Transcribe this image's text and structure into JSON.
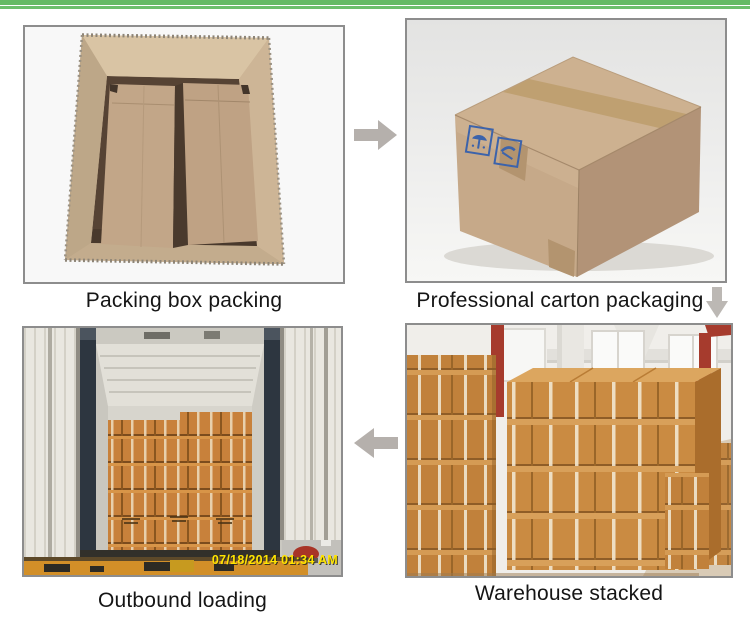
{
  "collage": {
    "accent_green": "#64ba64",
    "arrow_gray": "#b5b0ac",
    "caption_color": "#151515",
    "cardboard_color": "#c6a989",
    "stacked_box_color": "#ca8b42"
  },
  "steps": [
    {
      "caption": "Packing box packing"
    },
    {
      "caption": "Professional carton packaging"
    },
    {
      "caption": "Warehouse stacked"
    },
    {
      "caption": "Outbound loading"
    }
  ],
  "photos": {
    "container_loading": {
      "timestamp": "07/18/2014 01:34 AM"
    }
  },
  "icons": {
    "flow_arrows": [
      "arrow-right-icon",
      "arrow-down-icon",
      "arrow-left-icon"
    ],
    "carton_markings": [
      "keep-dry-icon",
      "handle-with-care-icon"
    ]
  }
}
